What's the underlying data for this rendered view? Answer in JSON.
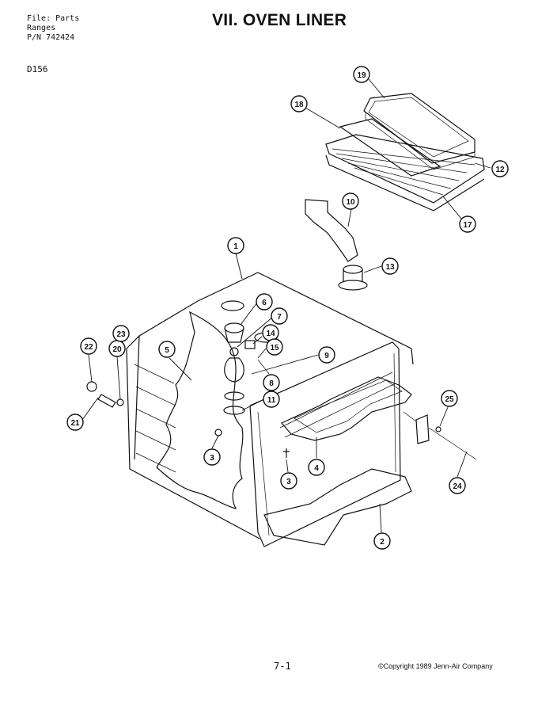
{
  "header": {
    "file_line": "File: Parts",
    "category_line": "Ranges",
    "pn_line": "P/N 742424",
    "model": "D156",
    "title": "VII. OVEN LINER"
  },
  "footer": {
    "page_number": "7-1",
    "copyright": "©Copyright 1989 Jenn-Air Company"
  },
  "callouts": [
    "1",
    "2",
    "3",
    "3",
    "4",
    "5",
    "6",
    "7",
    "8",
    "9",
    "10",
    "11",
    "12",
    "13",
    "14",
    "15",
    "17",
    "18",
    "19",
    "20",
    "21",
    "22",
    "23",
    "24",
    "25"
  ]
}
